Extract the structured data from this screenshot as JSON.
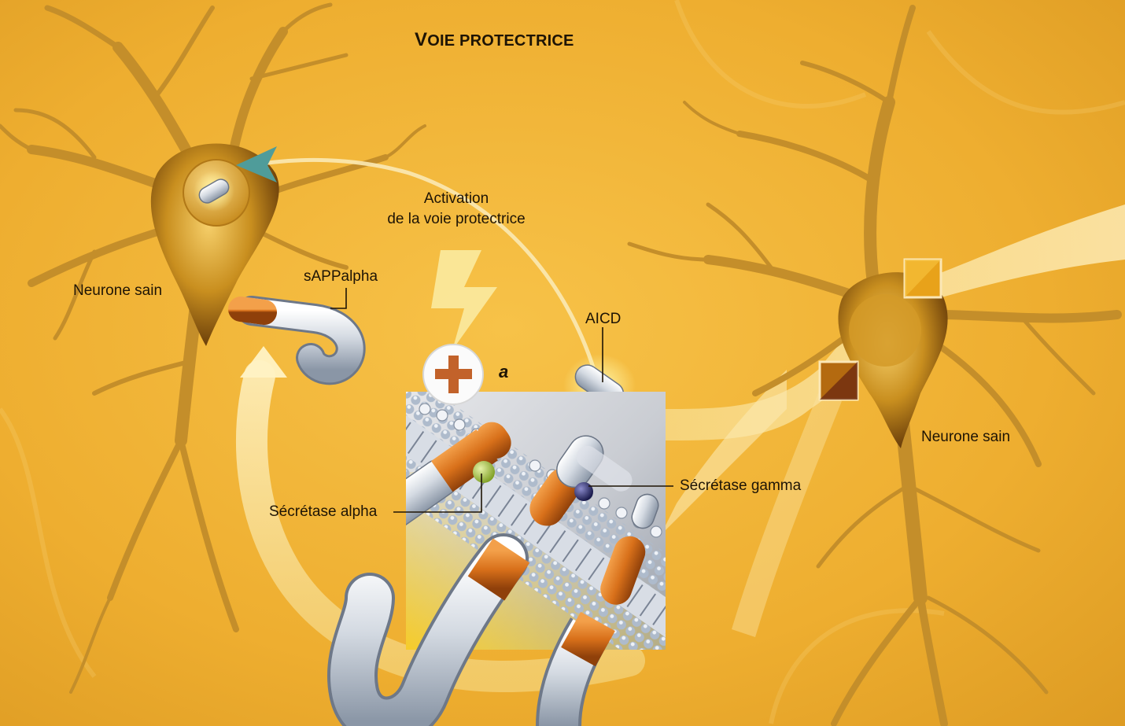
{
  "title": {
    "first_letter": "V",
    "rest": "OIE PROTECTRICE"
  },
  "labels": {
    "neuron_left": "Neurone sain",
    "neuron_right": "Neurone sain",
    "sapp_alpha": "sAPPalpha",
    "activation_line1": "Activation",
    "activation_line2": "de la voie protectrice",
    "aicd": "AICD",
    "secretase_alpha": "Sécrétase alpha",
    "secretase_gamma": "Sécrétase gamma",
    "marker": "a"
  },
  "colors": {
    "background": "#efb230",
    "neuron_body": "#c58b1c",
    "membrane": "#b8c4d4",
    "protein_cap": "#d9731c",
    "secretase_alpha": "#9cc13a",
    "secretase_gamma": "#2a2a6e",
    "plus_sign": "#c2622a"
  },
  "icons": {
    "plus": "plus-icon",
    "lightning": "lightning-bolt-icon",
    "arrow_up": "curved-arrow-icon",
    "arrow_teal": "arrowhead-icon"
  }
}
